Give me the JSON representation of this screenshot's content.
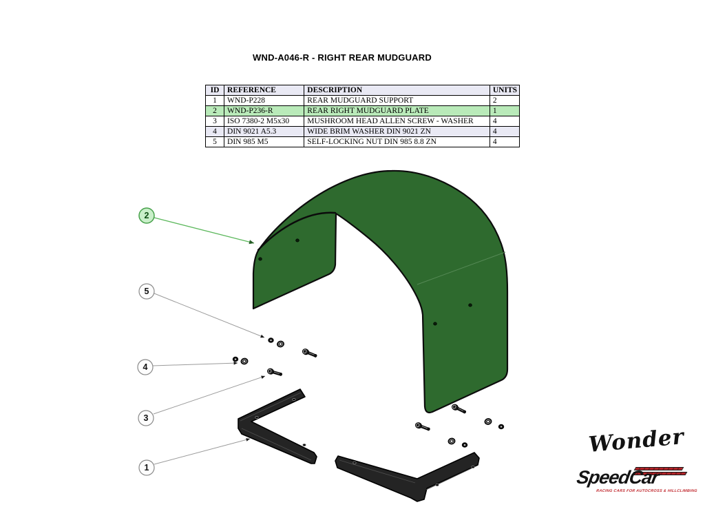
{
  "title": "WND-A046-R - RIGHT REAR MUDGUARD",
  "bom": {
    "headers": {
      "id": "ID",
      "reference": "REFERENCE",
      "description": "DESCRIPTION",
      "units": "UNITS"
    },
    "rows": [
      {
        "id": "1",
        "reference": "WND-P228",
        "description": "REAR MUDGUARD SUPPORT",
        "units": "2",
        "highlighted": false
      },
      {
        "id": "2",
        "reference": "WND-P236-R",
        "description": "REAR RIGHT MUDGUARD PLATE",
        "units": "1",
        "highlighted": true
      },
      {
        "id": "3",
        "reference": "ISO 7380-2 M5x30",
        "description": "MUSHROOM HEAD ALLEN SCREW - WASHER",
        "units": "4",
        "highlighted": false
      },
      {
        "id": "4",
        "reference": "DIN 9021 A5.3",
        "description": "WIDE BRIM WASHER DIN 9021 ZN",
        "units": "4",
        "highlighted": false
      },
      {
        "id": "5",
        "reference": "DIN 985 M5",
        "description": "SELF-LOCKING NUT DIN 985 8.8 ZN",
        "units": "4",
        "highlighted": false
      }
    ]
  },
  "balloons": [
    {
      "label": "2",
      "highlighted": true
    },
    {
      "label": "5",
      "highlighted": false
    },
    {
      "label": "4",
      "highlighted": false
    },
    {
      "label": "3",
      "highlighted": false
    },
    {
      "label": "1",
      "highlighted": false
    }
  ],
  "logos": {
    "wonder": "Wonder",
    "speedcar": "SpeedCar",
    "speedcar_tagline": "RACING CARS FOR AUTOCROSS & HILLCLIMBING"
  },
  "colors": {
    "mudguard_green": "#2e6a2e",
    "highlight_row_green": "#b9eab9",
    "alt_row_lavender": "#e9e9f4",
    "balloon_highlight_fill": "#c9efc9",
    "balloon_highlight_stroke": "#45a049",
    "leader_green": "#5cb85c",
    "frame_black": "#242424",
    "speedcar_red": "#c0272d"
  }
}
